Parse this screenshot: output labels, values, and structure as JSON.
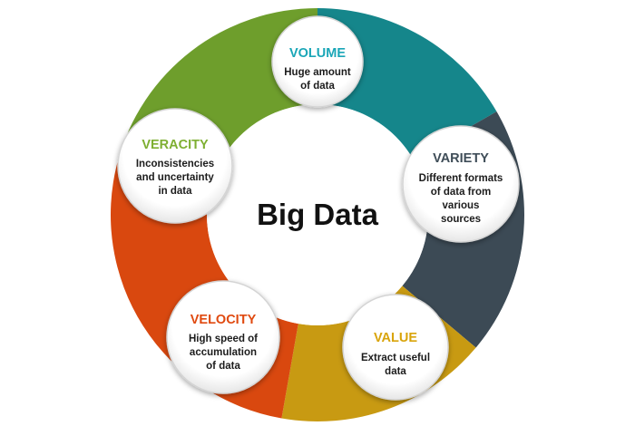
{
  "center": {
    "title": "Big Data"
  },
  "nodes": [
    {
      "key": "volume",
      "title": "VOLUME",
      "title_color": "#1aa6b7",
      "ring_color": "#15868b",
      "lines": [
        "Huge amount",
        "of data"
      ]
    },
    {
      "key": "variety",
      "title": "VARIETY",
      "title_color": "#3f4d58",
      "ring_color": "#3c4a55",
      "lines": [
        "Different formats",
        "of data from",
        "various",
        "sources"
      ]
    },
    {
      "key": "value",
      "title": "VALUE",
      "title_color": "#d9a40a",
      "ring_color": "#c89a12",
      "lines": [
        "Extract useful",
        "data"
      ]
    },
    {
      "key": "velocity",
      "title": "VELOCITY",
      "title_color": "#e04a10",
      "ring_color": "#d9480f",
      "lines": [
        "High speed of",
        "accumulation",
        "of data"
      ]
    },
    {
      "key": "veracity",
      "title": "VERACITY",
      "title_color": "#7eaf32",
      "ring_color": "#6e9e2c",
      "lines": [
        "Inconsistencies",
        "and uncertainty",
        "in data"
      ]
    }
  ]
}
